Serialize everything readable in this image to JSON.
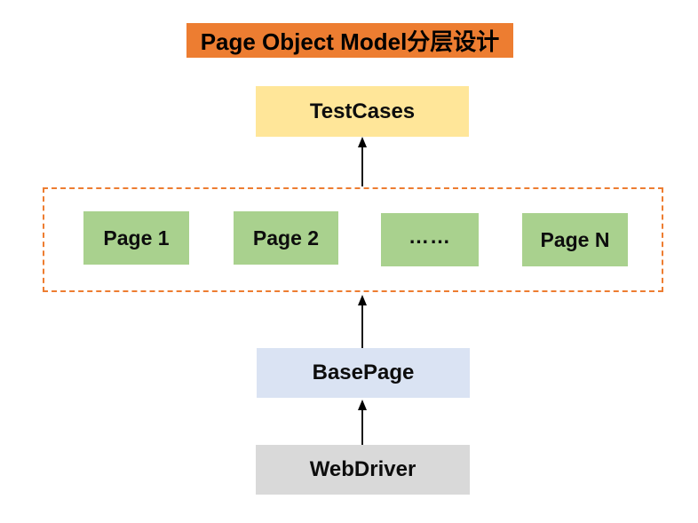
{
  "title": {
    "label": "Page Object Model分层设计",
    "bg_color": "#ED7D31",
    "text_color": "#000000"
  },
  "diagram": {
    "testcases": {
      "label": "TestCases",
      "bg_color": "#FFE699"
    },
    "page_layer": {
      "border_color": "#ED7D31",
      "border_style": "dashed",
      "box_bg_color": "#A9D18E",
      "pages": [
        {
          "label": "Page 1"
        },
        {
          "label": "Page 2"
        },
        {
          "label": "……"
        },
        {
          "label": "Page N"
        }
      ]
    },
    "basepage": {
      "label": "BasePage",
      "bg_color": "#DAE3F3"
    },
    "webdriver": {
      "label": "WebDriver",
      "bg_color": "#D9D9D9"
    },
    "arrows": {
      "color": "#000000",
      "connections": [
        {
          "from": "WebDriver",
          "to": "BasePage"
        },
        {
          "from": "BasePage",
          "to": "Page layer"
        },
        {
          "from": "Page layer",
          "to": "TestCases"
        }
      ]
    }
  }
}
